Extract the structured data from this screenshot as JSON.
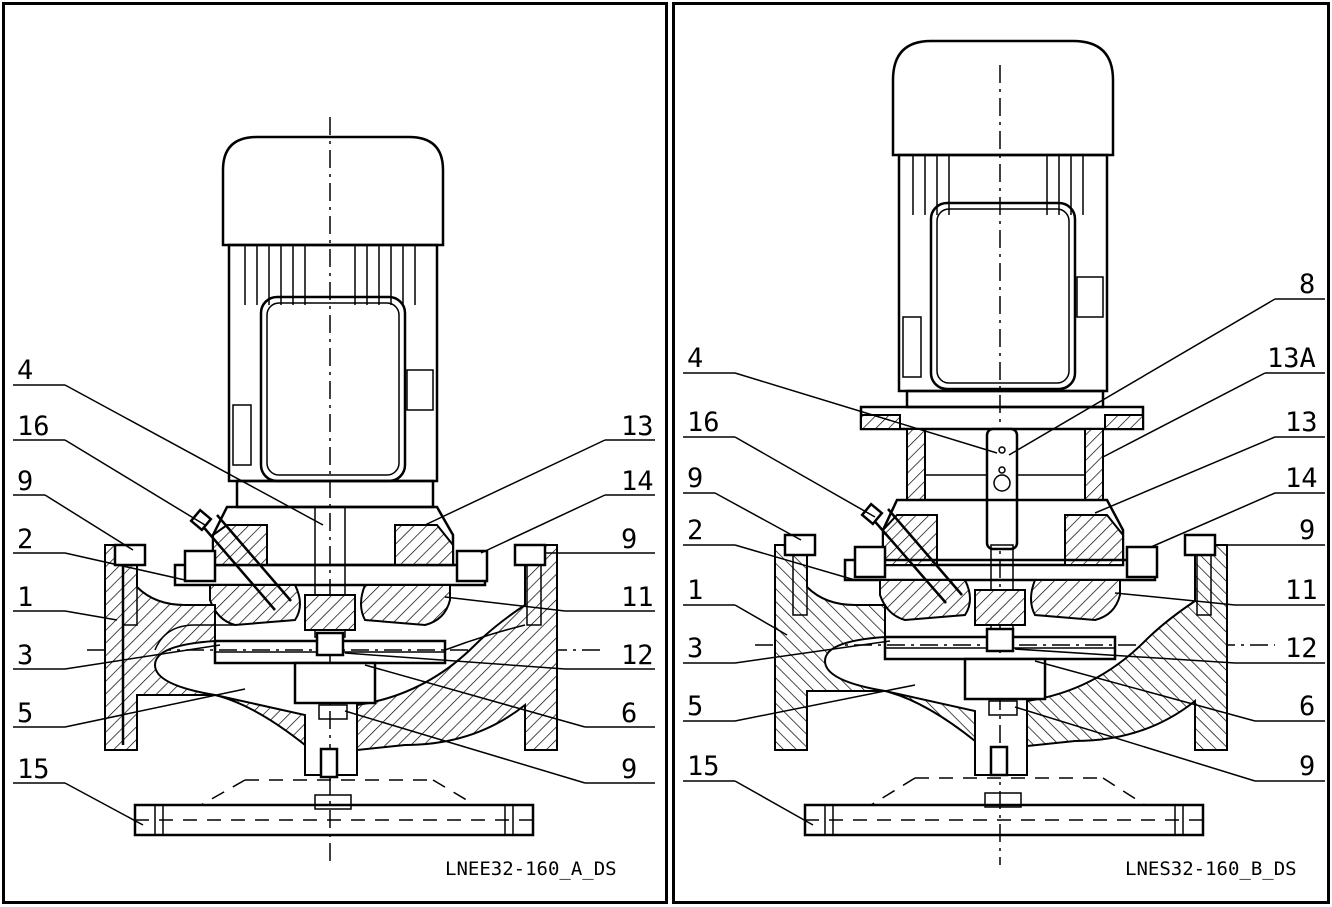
{
  "panels": [
    {
      "caption": "LNEE32-160_A_DS",
      "labels_left": [
        "4",
        "16",
        "9",
        "2",
        "1",
        "3",
        "5",
        "15"
      ],
      "labels_right": [
        "13",
        "14",
        "9",
        "11",
        "12",
        "6",
        "9"
      ]
    },
    {
      "caption": "LNES32-160_B_DS",
      "labels_left": [
        "4",
        "16",
        "9",
        "2",
        "1",
        "3",
        "5",
        "15"
      ],
      "labels_right": [
        "8",
        "13A",
        "13",
        "14",
        "9",
        "11",
        "12",
        "6",
        "9"
      ]
    }
  ]
}
